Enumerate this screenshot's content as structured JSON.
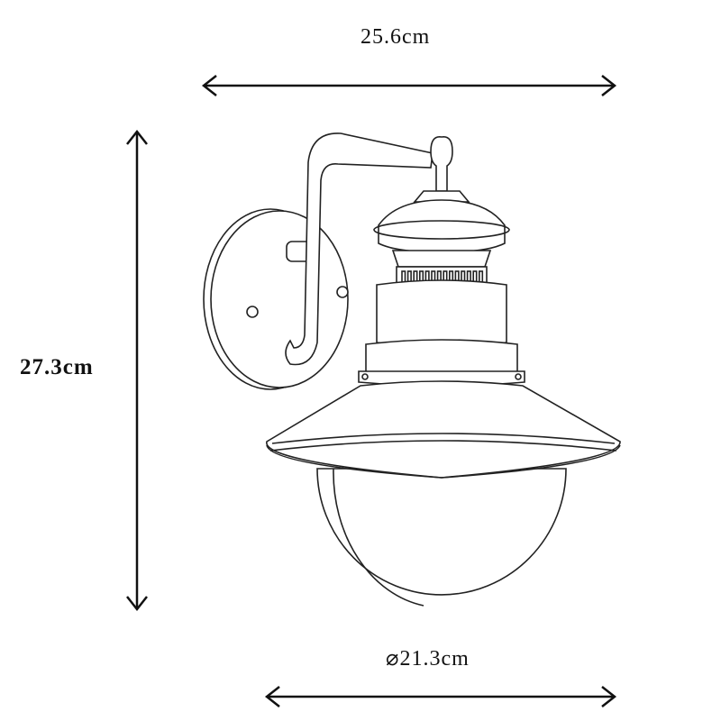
{
  "dimensions": {
    "width": "25.6cm",
    "height": "27.3cm",
    "diameter": "⌀21.3cm"
  },
  "colors": {
    "line": "#222222",
    "background": "#ffffff"
  }
}
